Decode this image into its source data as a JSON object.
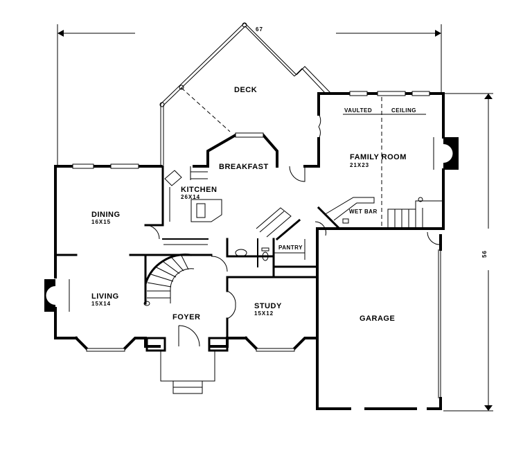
{
  "plan": {
    "dimensions": {
      "width_label": "67",
      "depth_label": "56"
    },
    "rooms": {
      "deck": {
        "name": "DECK"
      },
      "family_room": {
        "name": "FAMILY ROOM",
        "size": "21X23"
      },
      "vaulted_ceiling": {
        "left": "VAULTED",
        "right": "CEILING"
      },
      "breakfast": {
        "name": "BREAKFAST"
      },
      "kitchen": {
        "name": "KITCHEN",
        "size": "26X14"
      },
      "dining": {
        "name": "DINING",
        "size": "16X15"
      },
      "living": {
        "name": "LIVING",
        "size": "15X14"
      },
      "wet_bar": {
        "name": "WET BAR"
      },
      "pantry": {
        "name": "PANTRY"
      },
      "foyer": {
        "name": "FOYER"
      },
      "study": {
        "name": "STUDY",
        "size": "15X12"
      },
      "garage": {
        "name": "GARAGE"
      }
    }
  }
}
